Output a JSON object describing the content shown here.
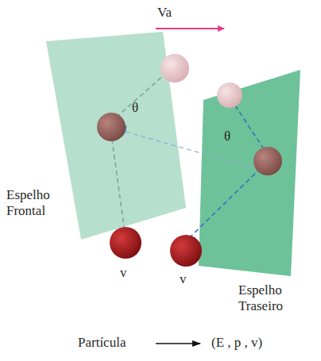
{
  "diagram": {
    "labels": [
      "Va",
      "θ",
      "θ",
      "Espelho Frontal",
      "v⃗",
      "v⃗",
      "Espelho Traseiro",
      "Partícula",
      "(E , p , v)"
    ]
  }
}
